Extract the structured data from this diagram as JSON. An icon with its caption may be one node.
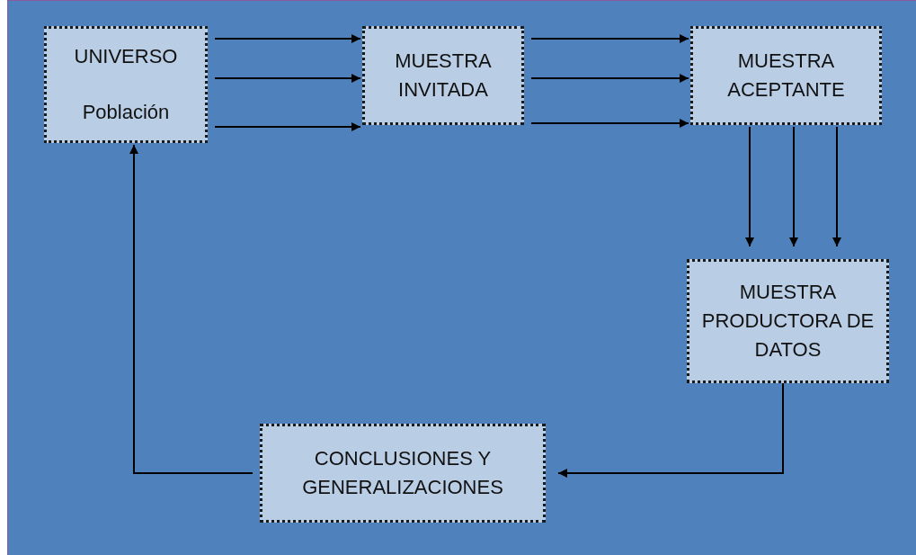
{
  "diagram": {
    "nodes": [
      {
        "text": [
          "UNIVERSO",
          "Población"
        ]
      },
      {
        "text": [
          "MUESTRA INVITADA"
        ]
      },
      {
        "text": [
          "MUESTRA ACEPTANTE"
        ]
      },
      {
        "text": [
          "MUESTRA PRODUCTORA DE DATOS"
        ]
      },
      {
        "text": [
          "CONCLUSIONES Y GENERALIZACIONES"
        ]
      }
    ],
    "edges": [
      {
        "from": 0,
        "to": 1,
        "arrow": "to"
      },
      {
        "from": 0,
        "to": 1,
        "arrow": "to"
      },
      {
        "from": 0,
        "to": 1,
        "arrow": "to"
      },
      {
        "from": 1,
        "to": 2,
        "arrow": "to"
      },
      {
        "from": 1,
        "to": 2,
        "arrow": "to"
      },
      {
        "from": 1,
        "to": 2,
        "arrow": "to"
      },
      {
        "from": 2,
        "to": 3,
        "arrow": "to"
      },
      {
        "from": 2,
        "to": 3,
        "arrow": "to"
      },
      {
        "from": 2,
        "to": 3,
        "arrow": "to"
      },
      {
        "from": 3,
        "to": 4,
        "arrow": "to"
      },
      {
        "from": 4,
        "to": 0,
        "arrow": "to"
      }
    ]
  }
}
